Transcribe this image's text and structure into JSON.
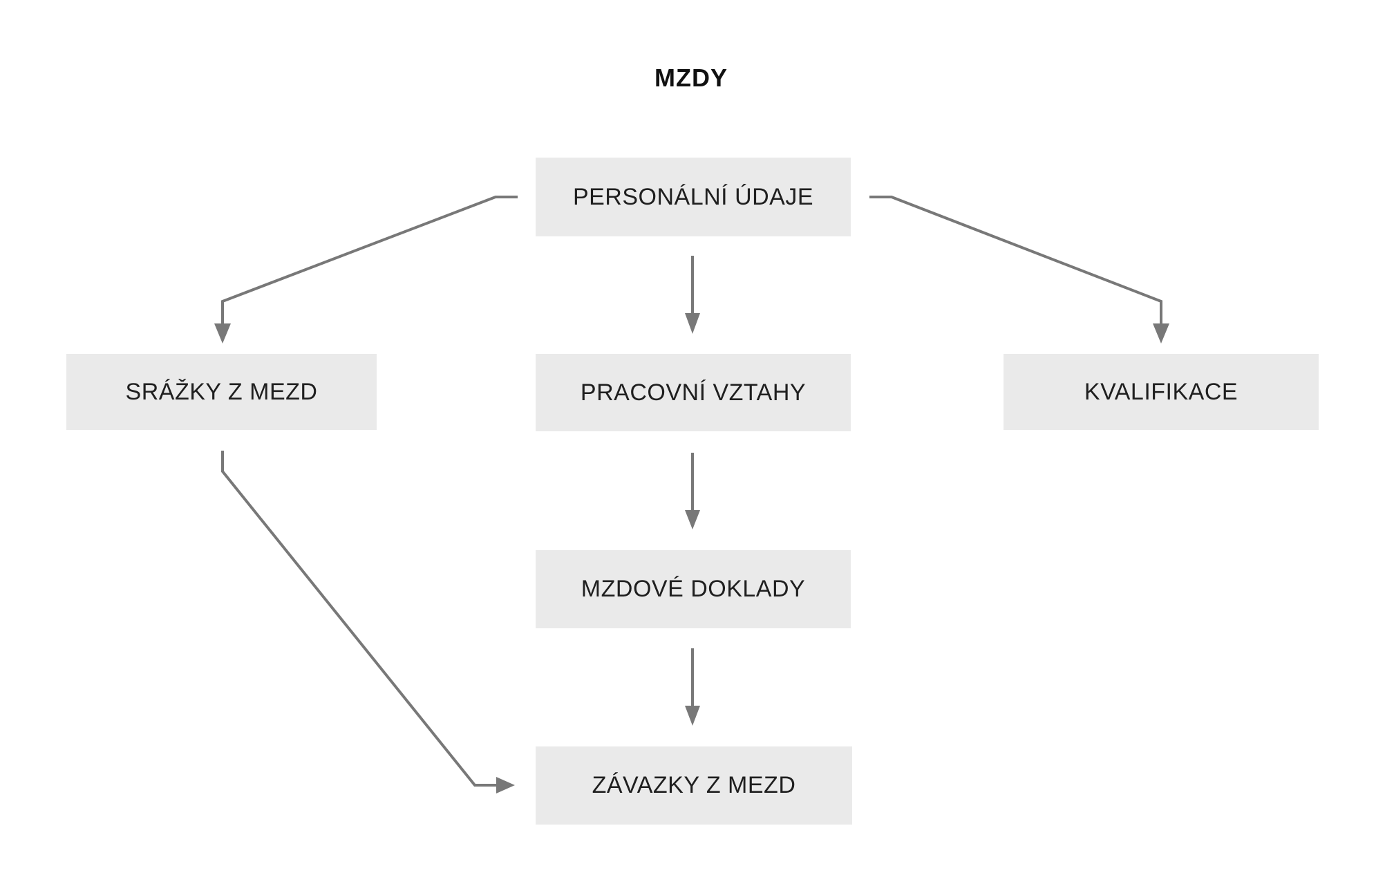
{
  "title": "MZDY",
  "colors": {
    "background": "#ffffff",
    "box_fill": "#eaeaea",
    "box_text": "#1f1f1f",
    "arrow": "#787878",
    "title_text": "#111111"
  },
  "nodes": [
    {
      "id": "personalni-udaje",
      "label": "PERSONÁLNÍ ÚDAJE"
    },
    {
      "id": "srazky-z-mezd",
      "label": "SRÁŽKY Z MEZD"
    },
    {
      "id": "pracovni-vztahy",
      "label": "PRACOVNÍ VZTAHY"
    },
    {
      "id": "kvalifikace",
      "label": "KVALIFIKACE"
    },
    {
      "id": "mzdove-doklady",
      "label": "MZDOVÉ DOKLADY"
    },
    {
      "id": "zavazky-z-mezd",
      "label": "ZÁVAZKY Z MEZD"
    }
  ],
  "edges": [
    {
      "from": "personalni-udaje",
      "to": "srazky-z-mezd"
    },
    {
      "from": "personalni-udaje",
      "to": "pracovni-vztahy"
    },
    {
      "from": "personalni-udaje",
      "to": "kvalifikace"
    },
    {
      "from": "pracovni-vztahy",
      "to": "mzdove-doklady"
    },
    {
      "from": "mzdove-doklady",
      "to": "zavazky-z-mezd"
    },
    {
      "from": "srazky-z-mezd",
      "to": "zavazky-z-mezd"
    }
  ]
}
